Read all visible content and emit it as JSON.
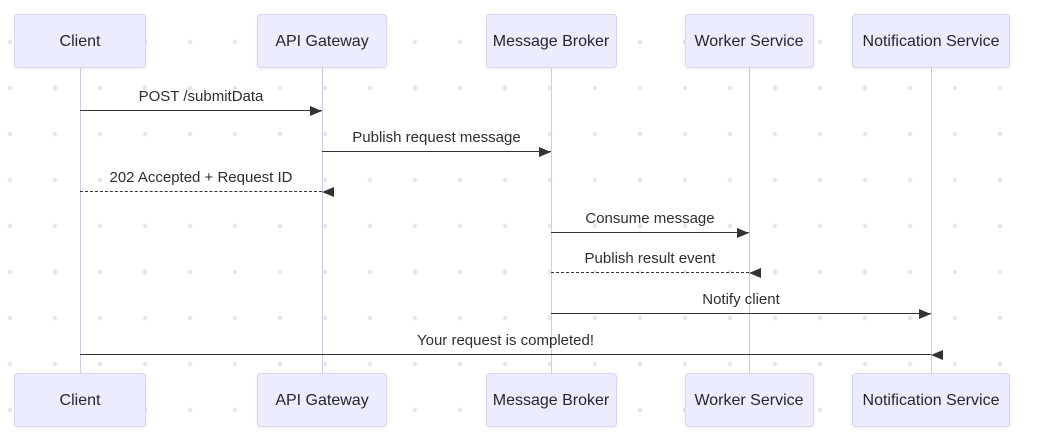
{
  "diagram": {
    "type": "sequence",
    "actors": [
      {
        "id": "client",
        "label": "Client"
      },
      {
        "id": "api_gateway",
        "label": "API Gateway"
      },
      {
        "id": "message_broker",
        "label": "Message Broker"
      },
      {
        "id": "worker_service",
        "label": "Worker Service"
      },
      {
        "id": "notification_service",
        "label": "Notification Service"
      }
    ],
    "messages": [
      {
        "from": "client",
        "to": "api_gateway",
        "text": "POST /submitData",
        "line": "solid"
      },
      {
        "from": "api_gateway",
        "to": "message_broker",
        "text": "Publish request message",
        "line": "solid"
      },
      {
        "from": "api_gateway",
        "to": "client",
        "text": "202 Accepted + Request ID",
        "line": "dashed"
      },
      {
        "from": "message_broker",
        "to": "worker_service",
        "text": "Consume message",
        "line": "solid"
      },
      {
        "from": "worker_service",
        "to": "message_broker",
        "text": "Publish result event",
        "line": "dashed"
      },
      {
        "from": "message_broker",
        "to": "notification_service",
        "text": "Notify client",
        "line": "solid"
      },
      {
        "from": "notification_service",
        "to": "client",
        "text": "Your request is completed!",
        "line": "solid"
      }
    ],
    "colors": {
      "actor_fill": "#ECECFF",
      "actor_border": "#d9d4f2",
      "lifeline": "#cfcce8",
      "message": "#333333",
      "background_dot": "#e7e7e7"
    }
  }
}
